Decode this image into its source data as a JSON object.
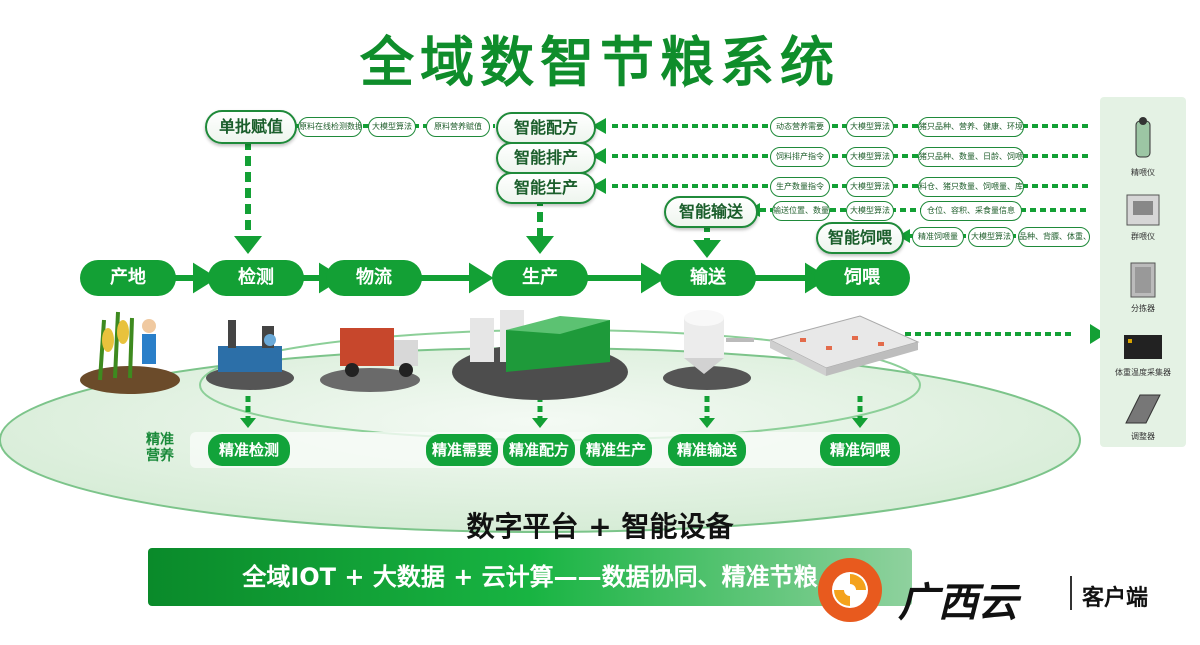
{
  "title": "全域数智节粮系统",
  "top_pills": {
    "single_batch": "单批赋值",
    "smart_formula": "智能配方",
    "smart_schedule": "智能排产",
    "smart_production": "智能生产",
    "smart_transport": "智能输送",
    "smart_feeding": "智能饲喂"
  },
  "mini_labels": {
    "raw_online_test": "原料在线检测数据",
    "big_model_1": "大模型算法",
    "raw_nutrition": "原料营养赋值",
    "dyn_nutrition": "动态营养需要",
    "big_model_2": "大模型算法",
    "pig_info_1": "猪只品种、营养、健康、环境信息…",
    "feed_schedule": "饲料排产指令",
    "big_model_3": "大模型算法",
    "pig_info_2": "猪只品种、数量、日龄、饲喂量、库存量",
    "prod_qty": "生产数量指令",
    "big_model_4": "大模型算法",
    "feed_info": "料仓、猪只数量、饲喂量、库存量",
    "transport_pos": "输送位置、数量",
    "big_model_5": "大模型算法",
    "silo_info": "仓位、容积、采食量信息",
    "precise_feeding_qty": "精准饲喂量",
    "big_model_6": "大模型算法",
    "pig_weight": "品种、背膘、体重、体长"
  },
  "stages": [
    "产地",
    "检测",
    "物流",
    "生产",
    "输送",
    "饲喂"
  ],
  "side_label": [
    "精准",
    "营养"
  ],
  "precision_buttons": {
    "test": "精准检测",
    "need": "精准需要",
    "formula": "精准配方",
    "production": "精准生产",
    "transport": "精准输送",
    "feeding": "精准饲喂"
  },
  "devices": [
    "精喂仪",
    "群喂仪",
    "分拣器",
    "体重温度采集器",
    "调整器"
  ],
  "banner_main": "数字平台 + 智能设备",
  "banner_sub": "全域IOT + 大数据 + 云计算——数据协同、精准节粮",
  "logo": {
    "name": "广西云",
    "client": "客户端"
  },
  "colors": {
    "primary": "#13a035",
    "dark": "#0f8d2b",
    "light": "#e4f2e4"
  }
}
